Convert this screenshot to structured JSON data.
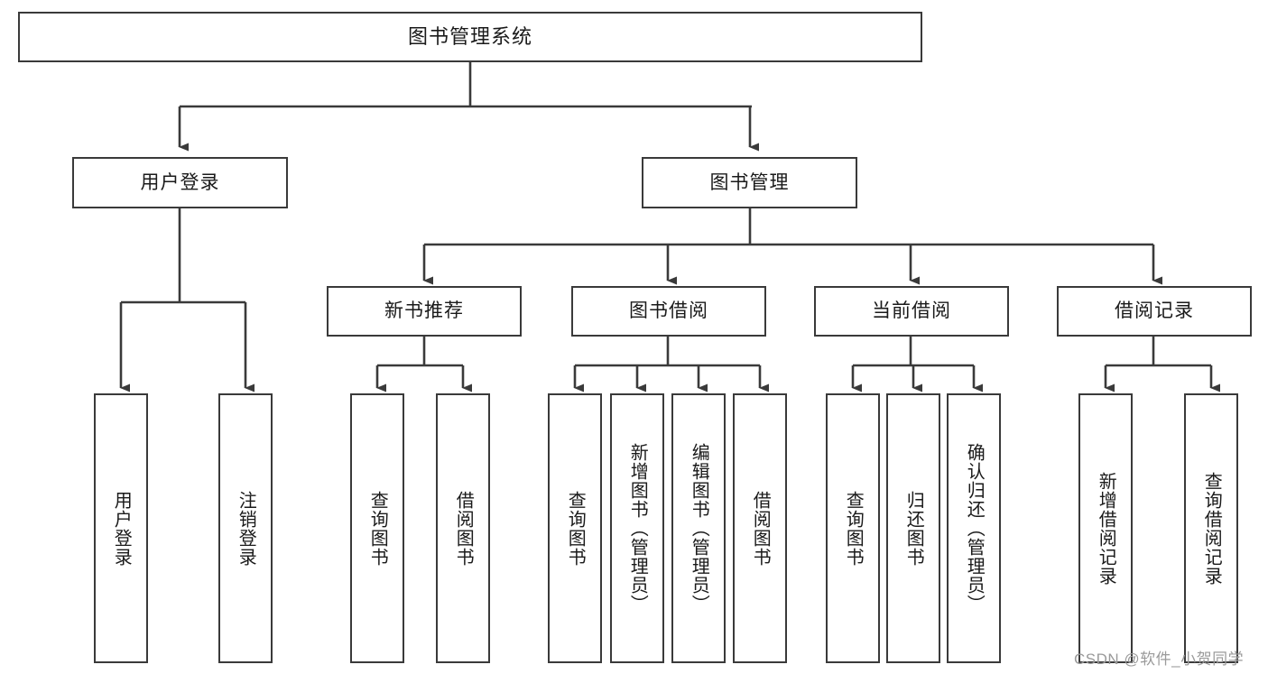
{
  "diagram": {
    "title": "图书管理系统",
    "type": "tree-hierarchy",
    "root": {
      "label": "图书管理系统"
    },
    "level1": [
      {
        "id": "user-login",
        "label": "用户登录"
      },
      {
        "id": "book-management",
        "label": "图书管理"
      }
    ],
    "level2": [
      {
        "id": "new-book-recommend",
        "label": "新书推荐",
        "parent": "book-management"
      },
      {
        "id": "book-borrow",
        "label": "图书借阅",
        "parent": "book-management"
      },
      {
        "id": "current-borrow",
        "label": "当前借阅",
        "parent": "book-management"
      },
      {
        "id": "borrow-record",
        "label": "借阅记录",
        "parent": "book-management"
      }
    ],
    "leaves": {
      "user_login": [
        {
          "id": "leaf-user-login",
          "label": "用户登录"
        },
        {
          "id": "leaf-logout-login",
          "label": "注销登录"
        }
      ],
      "new_book_recommend": [
        {
          "id": "leaf-query-book-1",
          "label": "查询图书"
        },
        {
          "id": "leaf-borrow-book-1",
          "label": "借阅图书"
        }
      ],
      "book_borrow": [
        {
          "id": "leaf-query-book-2",
          "label": "查询图书"
        },
        {
          "id": "leaf-add-book",
          "label": "新增图书（管理员）"
        },
        {
          "id": "leaf-edit-book",
          "label": "编辑图书（管理员）"
        },
        {
          "id": "leaf-borrow-book-2",
          "label": "借阅图书"
        }
      ],
      "current_borrow": [
        {
          "id": "leaf-query-book-3",
          "label": "查询图书"
        },
        {
          "id": "leaf-return-book",
          "label": "归还图书"
        },
        {
          "id": "leaf-confirm-return",
          "label": "确认归还（管理员）"
        }
      ],
      "borrow_record": [
        {
          "id": "leaf-add-borrow-record",
          "label": "新增借阅记录"
        },
        {
          "id": "leaf-query-borrow-record",
          "label": "查询借阅记录"
        }
      ]
    },
    "colors": {
      "stroke": "#3a3a3a",
      "fill": "#ffffff",
      "text": "#1a1a1a",
      "watermark": "#9a9a9a"
    }
  },
  "watermark": {
    "text": "CSDN @软件_小贺同学"
  }
}
